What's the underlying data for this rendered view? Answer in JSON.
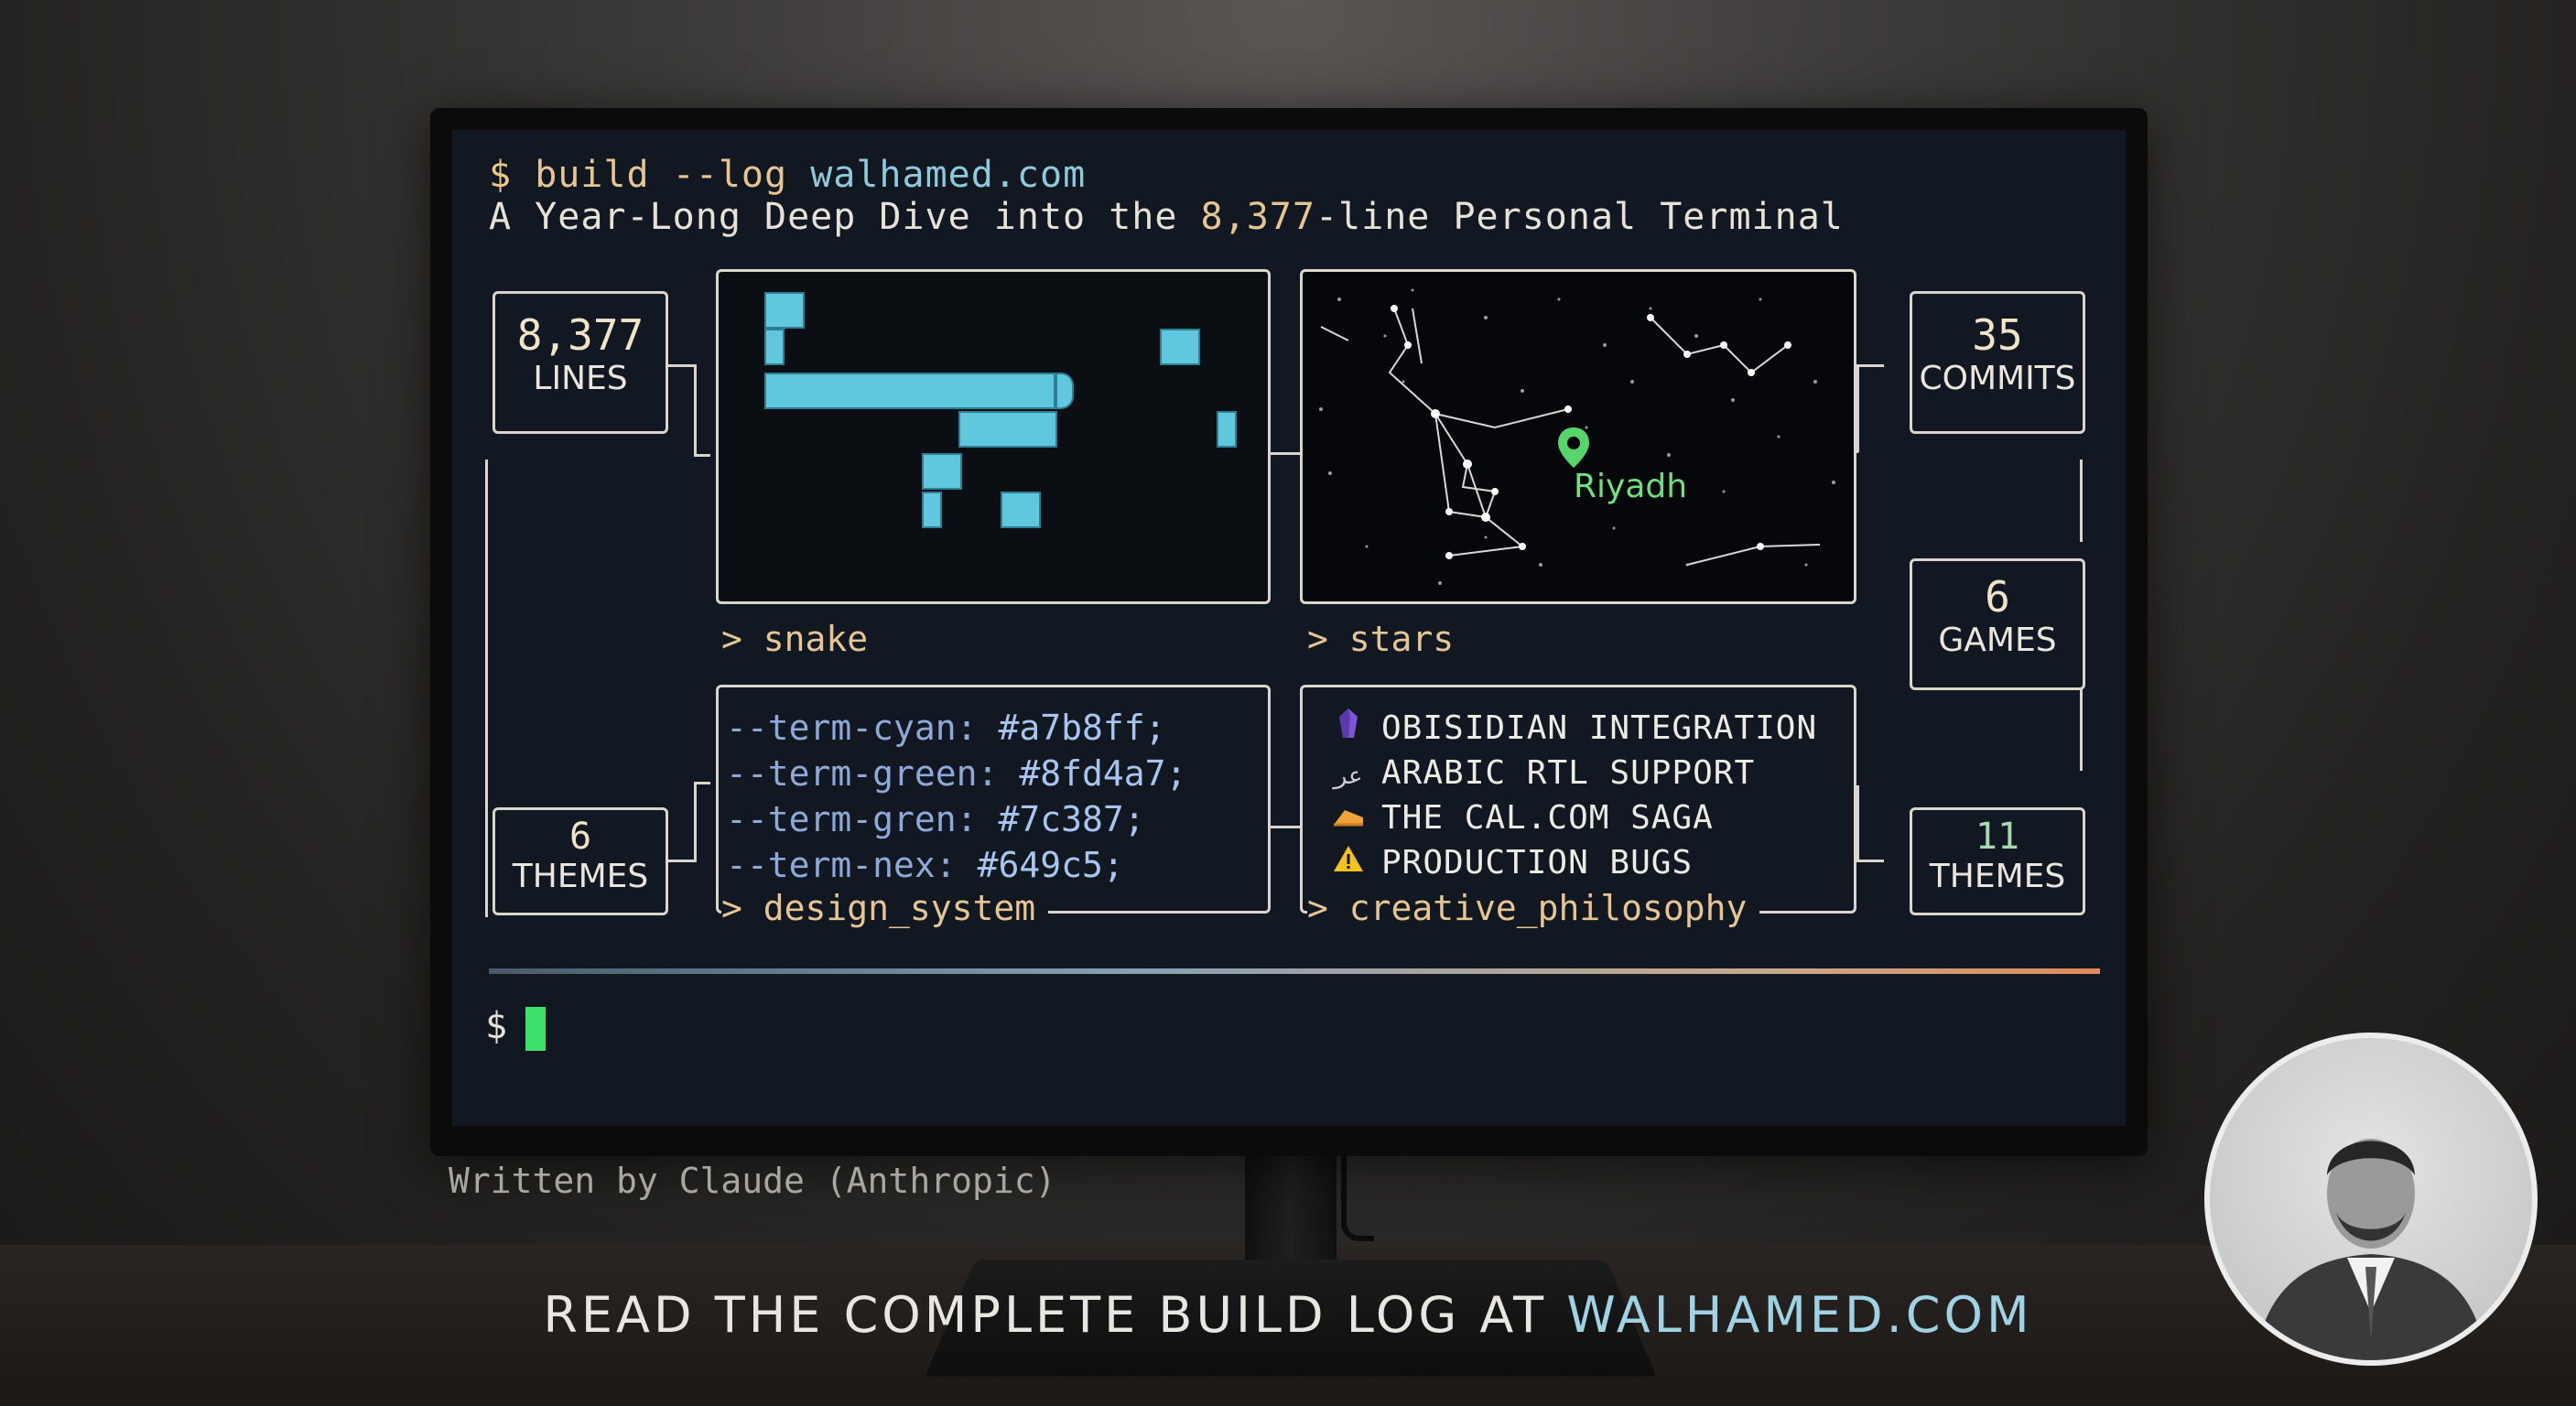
{
  "terminal": {
    "command_prompt": "$",
    "command": "build --log",
    "command_arg": "walhamed.com",
    "subtitle_pre": "A Year-Long Deep Dive into the ",
    "subtitle_hl": "8,377",
    "subtitle_post": "-line Personal Terminal",
    "cursor_prompt": "$"
  },
  "stats": {
    "lines": {
      "num": "8,377",
      "label": "LINES"
    },
    "commits": {
      "num": "35",
      "label": "COMMITS"
    },
    "games": {
      "num": "6",
      "label": "GAMES"
    },
    "themes_left": {
      "num": "6",
      "label": "THEMES"
    },
    "themes_right": {
      "num": "11",
      "label": "THEMES"
    }
  },
  "panels": {
    "snake": {
      "label": "> snake"
    },
    "stars": {
      "label": "> stars",
      "location": "Riyadh"
    },
    "design": {
      "label": "> design_system",
      "lines": [
        {
          "var": "--term-cyan:",
          "val": "#a7b8ff;"
        },
        {
          "var": "--term-green:",
          "val": "#8fd4a7;"
        },
        {
          "var": "--term-gren:",
          "val": "#7c387;"
        },
        {
          "var": "--term-nex:",
          "val": "#649c5;"
        }
      ]
    },
    "creative": {
      "label": "> creative_philosophy",
      "items": [
        {
          "icon": "crystal-icon",
          "text": "OBISIDIAN INTEGRATION"
        },
        {
          "icon": "arabic-script-icon",
          "text": "ARABIC RTL SUPPORT"
        },
        {
          "icon": "calendar-icon",
          "text": "THE CAL.COM SAGA"
        },
        {
          "icon": "warning-icon",
          "text": "PRODUCTION BUGS"
        }
      ]
    }
  },
  "credit": "Written by Claude (Anthropic)",
  "footer": {
    "text": "READ THE COMPLETE BUILD LOG AT ",
    "link": "WALHAMED.COM"
  },
  "colors": {
    "accent_cyan": "#8ec9dc",
    "accent_gold": "#e6c592",
    "cursor_green": "#3ee06a",
    "screen_bg": "#121821"
  }
}
